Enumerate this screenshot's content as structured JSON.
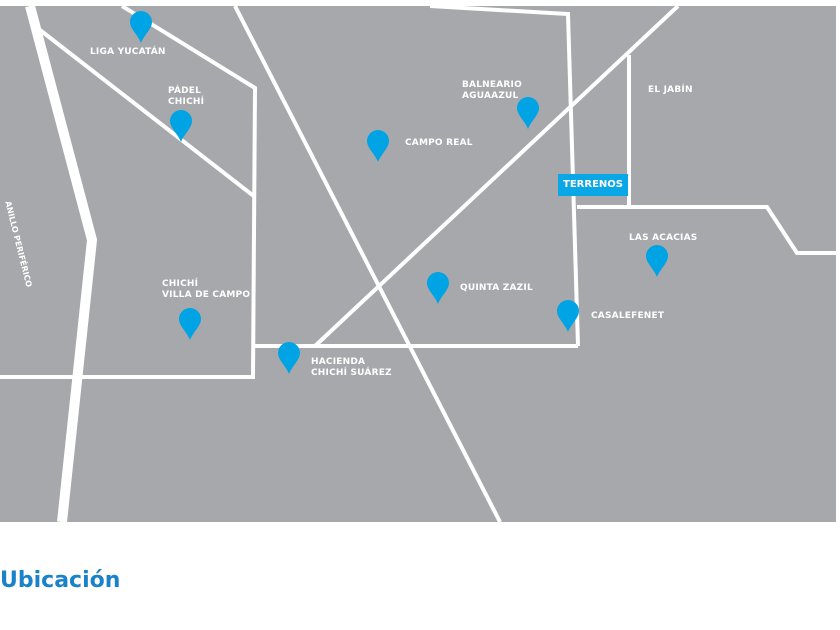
{
  "colors": {
    "map_bg": "#a7a8ab",
    "road": "#ffffff",
    "pin": "#00a3e4",
    "accent": "#1a82c8"
  },
  "map": {
    "road_label": "ANILLO PERIFÉRICO",
    "highlight": "TERRENOS",
    "places": [
      {
        "id": "liga",
        "line1": "LIGA YUCATÁN",
        "line2": ""
      },
      {
        "id": "padel",
        "line1": "PÁDEL",
        "line2": "CHICHÍ"
      },
      {
        "id": "campo",
        "line1": "CAMPO REAL",
        "line2": ""
      },
      {
        "id": "balneario",
        "line1": "BALNEARIO",
        "line2": "AGUAAZUL"
      },
      {
        "id": "jabin",
        "line1": "EL JABÍN",
        "line2": ""
      },
      {
        "id": "villa",
        "line1": "CHICHÍ",
        "line2": "VILLA DE CAMPO"
      },
      {
        "id": "hacienda",
        "line1": "HACIENDA",
        "line2": "CHICHÍ SUÁREZ"
      },
      {
        "id": "quinta",
        "line1": "QUINTA ZAZIL",
        "line2": ""
      },
      {
        "id": "casalefenet",
        "line1": "CASALEFENET",
        "line2": ""
      },
      {
        "id": "acacias",
        "line1": "LAS ACACIAS",
        "line2": ""
      }
    ]
  },
  "section_title": "Ubicación"
}
